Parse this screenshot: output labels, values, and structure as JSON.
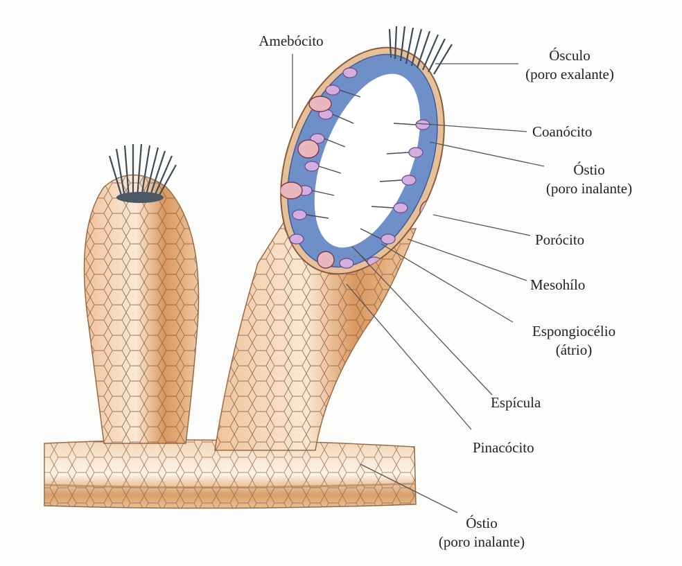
{
  "labels": {
    "amebocito": "Amebócito",
    "osculo_1": "Ósculo",
    "osculo_2": "(poro exalante)",
    "coanocito": "Coanócito",
    "ostio_top_1": "Óstio",
    "ostio_top_2": "(poro inalante)",
    "porocito": "Porócito",
    "mesohilo": "Mesohílo",
    "espongiocelio_1": "Espongiocélio",
    "espongiocelio_2": "(átrio)",
    "espicula": "Espícula",
    "pinacocito": "Pinacócito",
    "ostio_bottom_1": "Óstio",
    "ostio_bottom_2": "(poro inalante)"
  },
  "colors": {
    "body": "#e9b78a",
    "body_dark": "#c88a55",
    "mesohyl": "#6f8fc9",
    "cell": "#cfa6d8",
    "label_line": "#555555"
  }
}
